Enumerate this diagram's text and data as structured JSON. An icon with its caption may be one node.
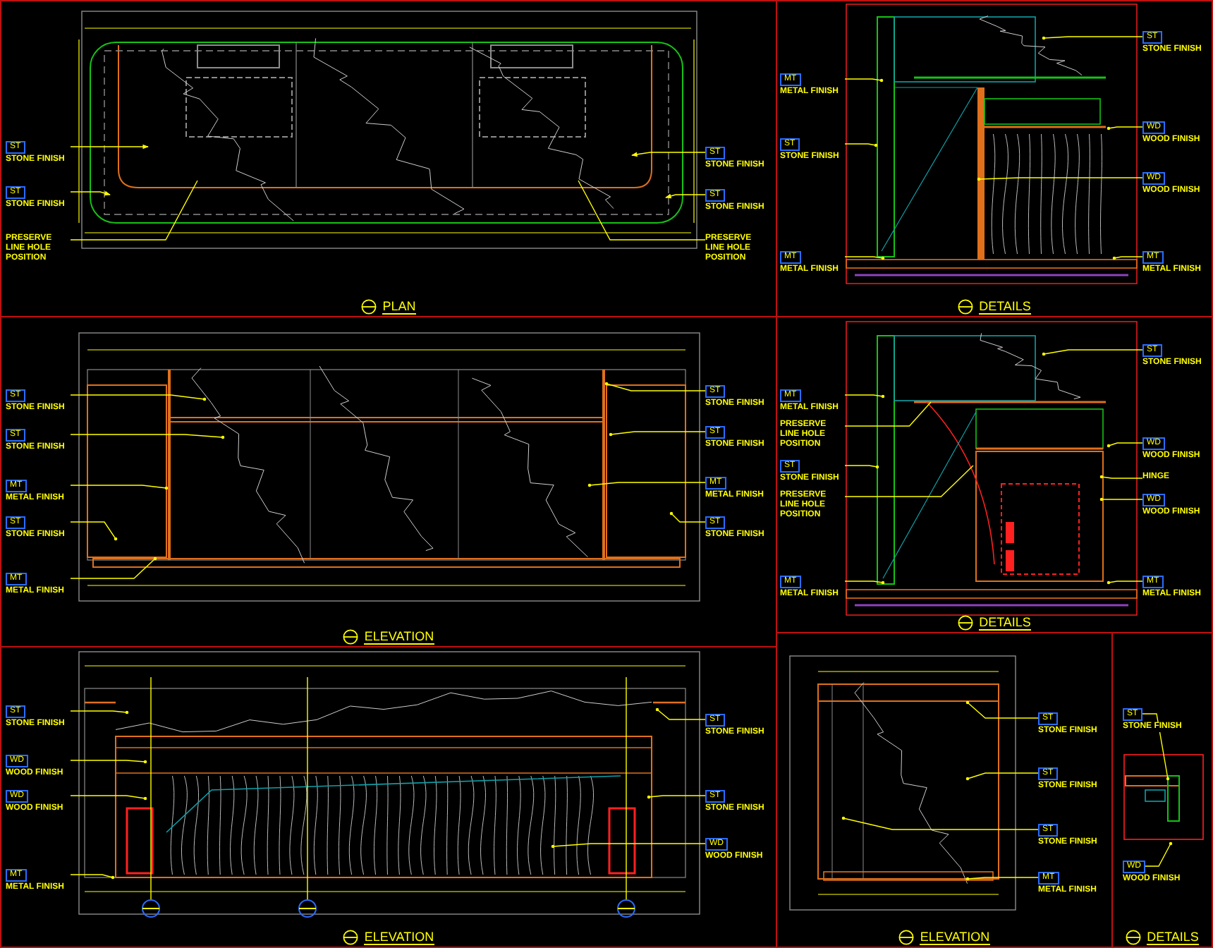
{
  "diagram": {
    "nodes": [
      {
        "text": [
          "PLAN"
        ]
      },
      {
        "text": [
          "ST",
          "STONE FINISH"
        ],
        "in": 0
      },
      {
        "text": [
          "ST",
          "STONE FINISH"
        ],
        "in": 0
      },
      {
        "text": [
          "PRESERVE LINE HOLE POSITION"
        ],
        "in": 0
      },
      {
        "text": [
          "ST",
          "STONE FINISH"
        ],
        "in": 0
      },
      {
        "text": [
          "ST",
          "STONE FINISH"
        ],
        "in": 0
      },
      {
        "text": [
          "PRESERVE LINE HOLE POSITION"
        ],
        "in": 0
      },
      {
        "text": [
          "DETAILS"
        ]
      },
      {
        "text": [
          "MT",
          "METAL FINISH"
        ],
        "in": 7
      },
      {
        "text": [
          "ST",
          "STONE FINISH"
        ],
        "in": 7
      },
      {
        "text": [
          "MT",
          "METAL FINISH"
        ],
        "in": 7
      },
      {
        "text": [
          "ST",
          "STONE FINISH"
        ],
        "in": 7
      },
      {
        "text": [
          "WD",
          "WOOD FINISH"
        ],
        "in": 7
      },
      {
        "text": [
          "WD",
          "WOOD FINISH"
        ],
        "in": 7
      },
      {
        "text": [
          "MT",
          "METAL FINISH"
        ],
        "in": 7
      },
      {
        "text": [
          "ELEVATION"
        ]
      },
      {
        "text": [
          "ST",
          "STONE FINISH"
        ],
        "in": 15
      },
      {
        "text": [
          "ST",
          "STONE FINISH"
        ],
        "in": 15
      },
      {
        "text": [
          "MT",
          "METAL FINISH"
        ],
        "in": 15
      },
      {
        "text": [
          "ST",
          "STONE FINISH"
        ],
        "in": 15
      },
      {
        "text": [
          "MT",
          "METAL FINISH"
        ],
        "in": 15
      },
      {
        "text": [
          "ST",
          "STONE FINISH"
        ],
        "in": 15
      },
      {
        "text": [
          "ST",
          "STONE FINISH"
        ],
        "in": 15
      },
      {
        "text": [
          "MT",
          "METAL FINISH"
        ],
        "in": 15
      },
      {
        "text": [
          "ST",
          "STONE FINISH"
        ],
        "in": 15
      },
      {
        "text": [
          "DETAILS"
        ]
      },
      {
        "text": [
          "MT",
          "METAL FINISH"
        ],
        "in": 25
      },
      {
        "text": [
          "PRESERVE LINE HOLE POSITION"
        ],
        "in": 25
      },
      {
        "text": [
          "ST",
          "STONE FINISH"
        ],
        "in": 25
      },
      {
        "text": [
          "PRESERVE LINE HOLE POSITION"
        ],
        "in": 25
      },
      {
        "text": [
          "MT",
          "METAL FINISH"
        ],
        "in": 25
      },
      {
        "text": [
          "ST",
          "STONE FINISH"
        ],
        "in": 25
      },
      {
        "text": [
          "WD",
          "WOOD FINISH"
        ],
        "in": 25
      },
      {
        "text": [
          "HINGE"
        ],
        "in": 25
      },
      {
        "text": [
          "WD",
          "WOOD FINISH"
        ],
        "in": 25
      },
      {
        "text": [
          "MT",
          "METAL FINISH"
        ],
        "in": 25
      },
      {
        "text": [
          "ELEVATION"
        ]
      },
      {
        "text": [
          "ST",
          "STONE FINISH"
        ],
        "in": 36
      },
      {
        "text": [
          "WD",
          "WOOD FINISH"
        ],
        "in": 36
      },
      {
        "text": [
          "WD",
          "WOOD FINISH"
        ],
        "in": 36
      },
      {
        "text": [
          "MT",
          "METAL FINISH"
        ],
        "in": 36
      },
      {
        "text": [
          "ST",
          "STONE FINISH"
        ],
        "in": 36
      },
      {
        "text": [
          "ST",
          "STONE FINISH"
        ],
        "in": 36
      },
      {
        "text": [
          "WD",
          "WOOD FINISH"
        ],
        "in": 36
      },
      {
        "text": [
          "ELEVATION"
        ]
      },
      {
        "text": [
          "ST",
          "STONE FINISH"
        ],
        "in": 44
      },
      {
        "text": [
          "ST",
          "STONE FINISH"
        ],
        "in": 44
      },
      {
        "text": [
          "ST",
          "STONE FINISH"
        ],
        "in": 44
      },
      {
        "text": [
          "MT",
          "METAL FINISH"
        ],
        "in": 44
      },
      {
        "text": [
          "DETAILS"
        ]
      },
      {
        "text": [
          "ST",
          "STONE FINISH"
        ],
        "in": 49
      },
      {
        "text": [
          "WD",
          "WOOD FINISH"
        ],
        "in": 49
      }
    ],
    "edges": [
      {
        "from": 1,
        "to": null,
        "arrow": "to"
      },
      {
        "from": 2,
        "to": null,
        "arrow": "to"
      },
      {
        "from": 3,
        "to": null,
        "arrow": "none"
      },
      {
        "from": 4,
        "to": null,
        "arrow": "to"
      },
      {
        "from": 5,
        "to": null,
        "arrow": "to"
      },
      {
        "from": 6,
        "to": null,
        "arrow": "none"
      },
      {
        "from": 8,
        "to": null,
        "arrow": "other"
      },
      {
        "from": 9,
        "to": null,
        "arrow": "other"
      },
      {
        "from": 10,
        "to": null,
        "arrow": "other"
      },
      {
        "from": 11,
        "to": null,
        "arrow": "other"
      },
      {
        "from": 12,
        "to": null,
        "arrow": "other"
      },
      {
        "from": 13,
        "to": null,
        "arrow": "other"
      },
      {
        "from": 14,
        "to": null,
        "arrow": "other"
      },
      {
        "from": 16,
        "to": null,
        "arrow": "other"
      },
      {
        "from": 17,
        "to": null,
        "arrow": "other"
      },
      {
        "from": 18,
        "to": null,
        "arrow": "other"
      },
      {
        "from": 19,
        "to": null,
        "arrow": "other"
      },
      {
        "from": 20,
        "to": null,
        "arrow": "other"
      },
      {
        "from": 21,
        "to": null,
        "arrow": "other"
      },
      {
        "from": 22,
        "to": null,
        "arrow": "other"
      },
      {
        "from": 23,
        "to": null,
        "arrow": "other"
      },
      {
        "from": 24,
        "to": null,
        "arrow": "other"
      },
      {
        "from": 26,
        "to": null,
        "arrow": "other"
      },
      {
        "from": 27,
        "to": null,
        "arrow": "none"
      },
      {
        "from": 28,
        "to": null,
        "arrow": "other"
      },
      {
        "from": 29,
        "to": null,
        "arrow": "none"
      },
      {
        "from": 30,
        "to": null,
        "arrow": "other"
      },
      {
        "from": 31,
        "to": null,
        "arrow": "other"
      },
      {
        "from": 32,
        "to": null,
        "arrow": "other"
      },
      {
        "from": 33,
        "to": null,
        "arrow": "other"
      },
      {
        "from": 34,
        "to": null,
        "arrow": "other"
      },
      {
        "from": 35,
        "to": null,
        "arrow": "other"
      },
      {
        "from": 37,
        "to": null,
        "arrow": "other"
      },
      {
        "from": 38,
        "to": null,
        "arrow": "other"
      },
      {
        "from": 39,
        "to": null,
        "arrow": "other"
      },
      {
        "from": 40,
        "to": null,
        "arrow": "other"
      },
      {
        "from": 41,
        "to": null,
        "arrow": "other"
      },
      {
        "from": 42,
        "to": null,
        "arrow": "other"
      },
      {
        "from": 43,
        "to": null,
        "arrow": "other"
      },
      {
        "from": 45,
        "to": null,
        "arrow": "other"
      },
      {
        "from": 46,
        "to": null,
        "arrow": "other"
      },
      {
        "from": 47,
        "to": null,
        "arrow": "other"
      },
      {
        "from": 48,
        "to": null,
        "arrow": "other"
      },
      {
        "from": 50,
        "to": null,
        "arrow": "other"
      },
      {
        "from": 51,
        "to": null,
        "arrow": "other"
      }
    ]
  }
}
